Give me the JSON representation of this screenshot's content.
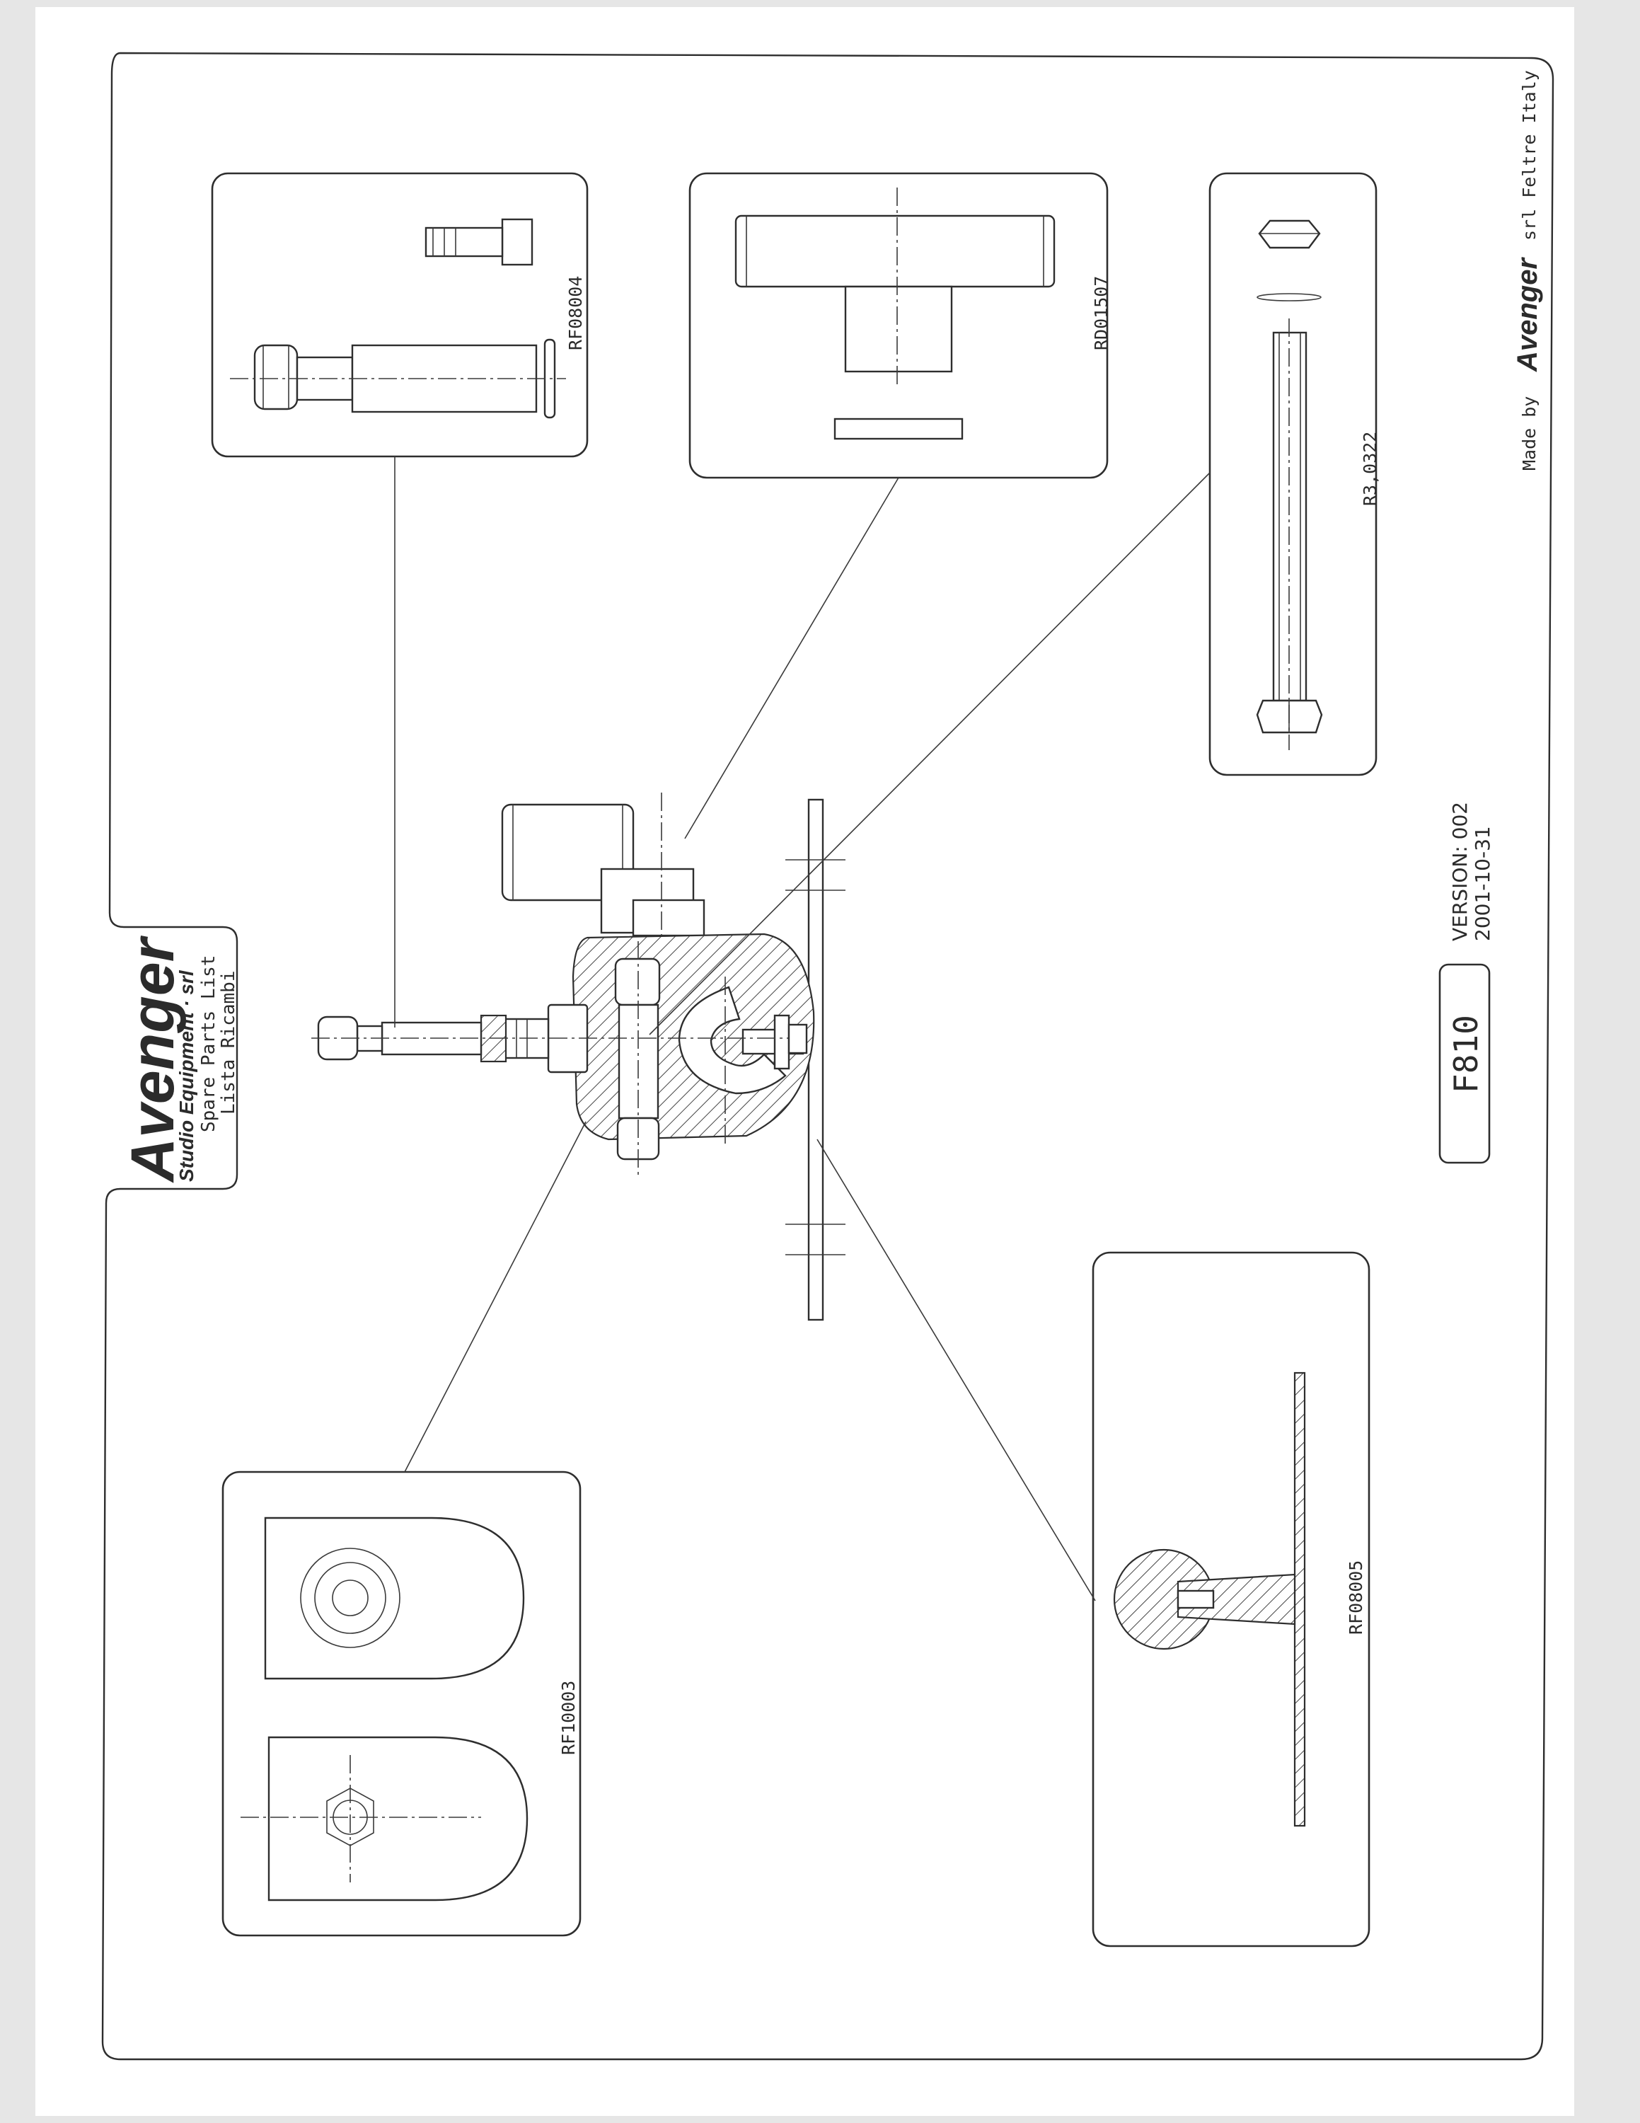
{
  "brand": {
    "name": "Avenger",
    "subtitle": "Studio Equipment · srl",
    "line1": "Spare Parts List",
    "line2": "Lista Ricambi"
  },
  "parts": [
    {
      "code": "RF08004"
    },
    {
      "code": "RD01507"
    },
    {
      "code": "R3,0322"
    },
    {
      "code": "RF10003"
    },
    {
      "code": "RF08005"
    }
  ],
  "model": "F810",
  "version": {
    "label": "VERSION:  002",
    "date": "2001-10-31"
  },
  "footer": {
    "prefix": "Made  by",
    "brand": "Avenger",
    "suffix": "srl   Feltre Italy"
  }
}
